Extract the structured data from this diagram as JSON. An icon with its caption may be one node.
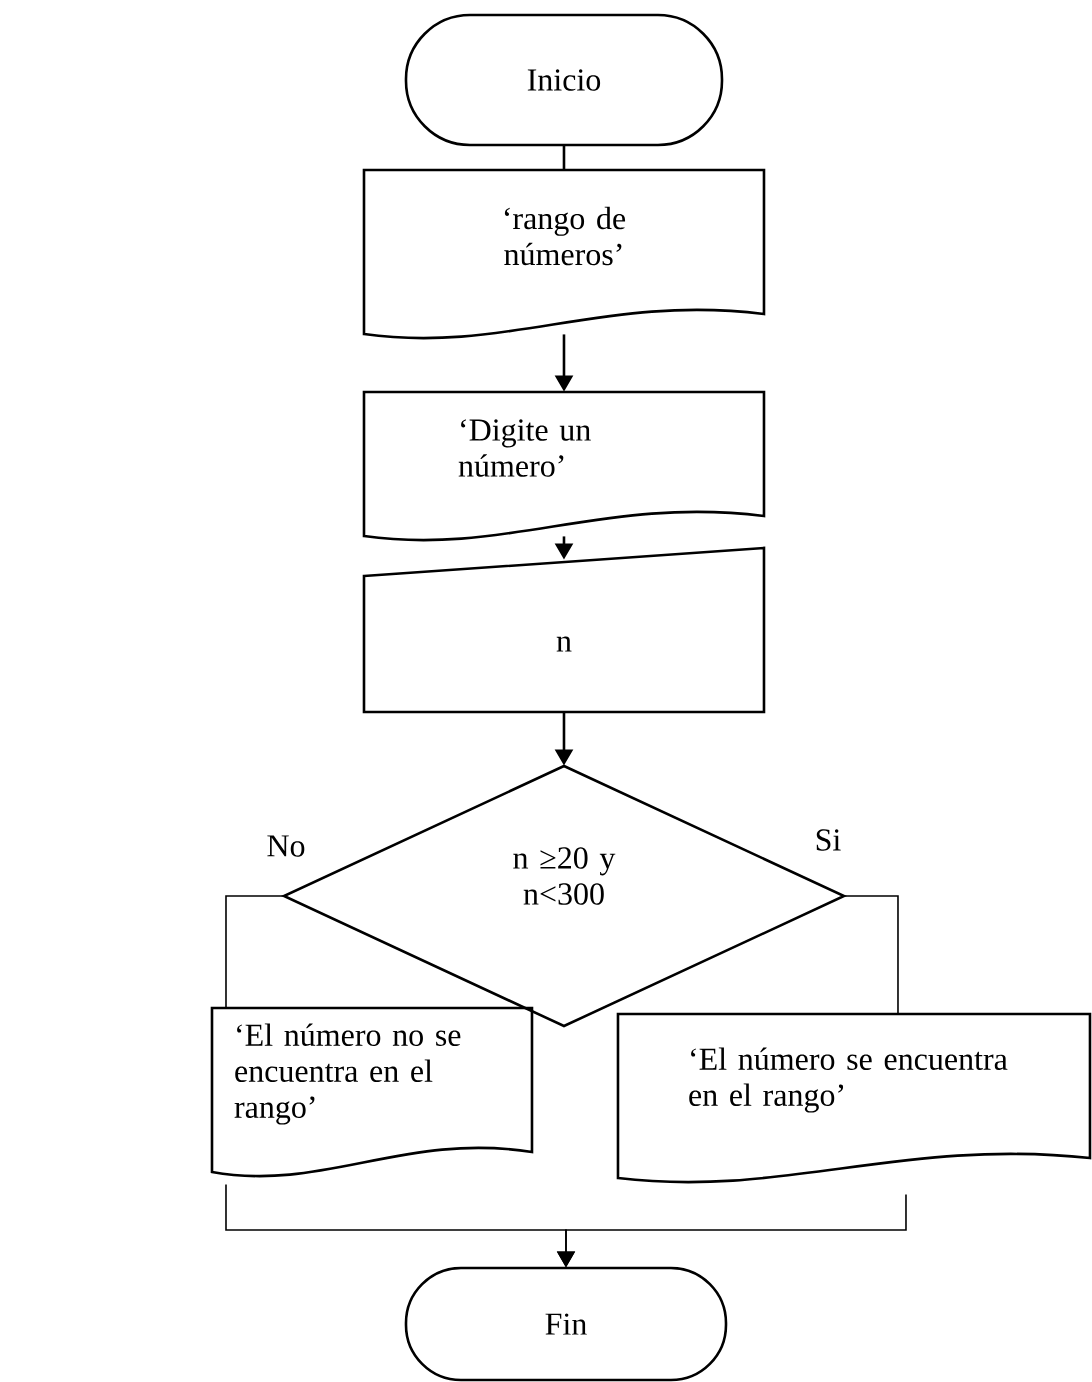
{
  "diagram": {
    "nodes": [
      {
        "text": [
          "Inicio"
        ]
      },
      {
        "text": [
          "‘rango de números’"
        ]
      },
      {
        "text": [
          "‘Digite un número’"
        ]
      },
      {
        "text": [
          "n"
        ]
      },
      {
        "text": [
          "n ≥20 y n<300"
        ]
      },
      {
        "text": [
          "‘El número no se encuentra en el rango’"
        ]
      },
      {
        "text": [
          "‘El número se encuentra en el rango’"
        ]
      },
      {
        "text": [
          "Fin"
        ]
      }
    ],
    "edges": [
      {
        "from": 0,
        "to": 1,
        "arrow": "none"
      },
      {
        "from": 1,
        "to": 2,
        "arrow": "to"
      },
      {
        "from": 2,
        "to": 3,
        "arrow": "to"
      },
      {
        "from": 3,
        "to": 4,
        "arrow": "to"
      },
      {
        "from": 4,
        "to": 5,
        "arrow": "none",
        "label": "No"
      },
      {
        "from": 4,
        "to": 6,
        "arrow": "none",
        "label": "Si"
      },
      {
        "from": 5,
        "to": 7,
        "arrow": "to"
      },
      {
        "from": 6,
        "to": 7,
        "arrow": "to"
      }
    ]
  }
}
